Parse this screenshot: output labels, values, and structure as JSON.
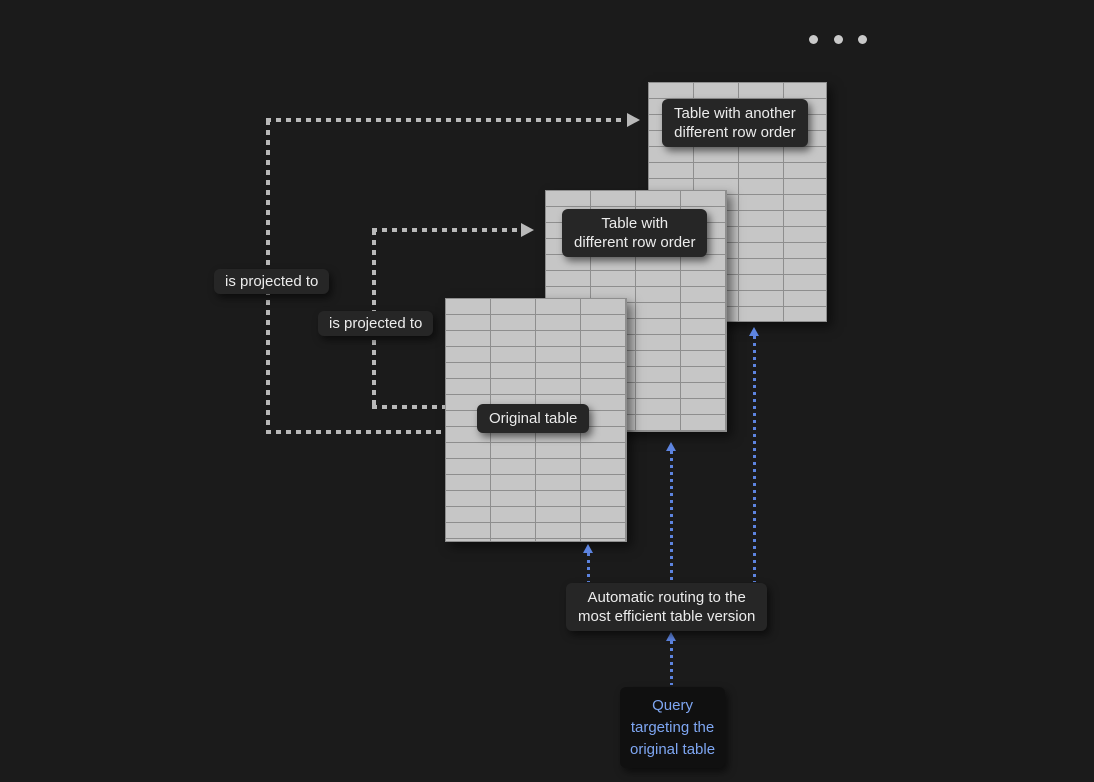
{
  "diagram": {
    "tables": [
      {
        "name": "table-another-row-order",
        "label": "Table with another\ndifferent row order"
      },
      {
        "name": "table-different-row-order",
        "label": "Table with\ndifferent row order"
      },
      {
        "name": "table-original",
        "label": "Original table"
      }
    ],
    "edge_labels": [
      {
        "label": "is projected to"
      },
      {
        "label": "is projected to"
      }
    ],
    "routing_label": "Automatic routing to the\nmost efficient table version",
    "query_label": "Query\ntargeting the\noriginal table",
    "grid": {
      "columns": 4,
      "rows": 15
    },
    "colors": {
      "background": "#1b1b1b",
      "table_fill": "#c6c6c6",
      "table_grid": "#8e8e8e",
      "gray_arrow": "#b9b9b9",
      "blue_arrow": "#5d84e0",
      "tag_bg": "#262626",
      "tag_text": "#ececec",
      "query_bg": "#101010",
      "query_text": "#7ea6f2"
    }
  }
}
